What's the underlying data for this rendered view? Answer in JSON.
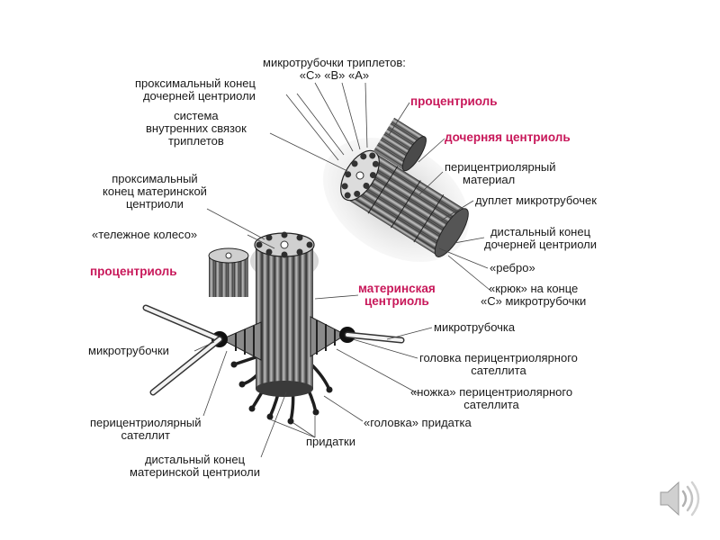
{
  "labels": {
    "triplet_mt": [
      "микротрубочки триплетов:",
      "«С» «В» «А»"
    ],
    "prox_daughter": [
      "проксимальный конец",
      "дочерней центриоли"
    ],
    "system_links": [
      "система",
      "внутренних связок",
      "триплетов"
    ],
    "procentriole_top": "процентриоль",
    "daughter_centriole": "дочерняя центриоль",
    "pericentriolar_material": [
      "перицентриолярный",
      "материал"
    ],
    "doublet": "дуплет микротрубочек",
    "distal_daughter": [
      "дистальный конец",
      "дочерней центриоли"
    ],
    "rib": "«ребро»",
    "hook": [
      "«крюк» на конце",
      "«С» микротрубочки"
    ],
    "prox_mother": [
      "проксимальный",
      "конец материнской",
      "центриоли"
    ],
    "cartwheel": "«тележное колесо»",
    "procentriole_left": "процентриоль",
    "mother_centriole": [
      "материнская",
      "центриоль"
    ],
    "microtubule_right": "микротрубочка",
    "satellite_head": [
      "головка перицентриолярного",
      "сателлита"
    ],
    "satellite_foot": [
      "«ножка» перицентриолярного",
      "сателлита"
    ],
    "appendage_head": "«головка» придатка",
    "microtubules_left": "микротрубочки",
    "pericentriolar_satellite": [
      "перицентриолярный",
      "сателлит"
    ],
    "appendages": "придатки",
    "distal_mother": [
      "дистальный конец",
      "материнской центриоли"
    ]
  },
  "colors": {
    "highlight": "#c8185a",
    "text": "#1a1a1a",
    "tube_dark": "#3a3a3a",
    "tube_light": "#9a9a9a"
  },
  "icons": {
    "speaker": "speaker-icon"
  }
}
